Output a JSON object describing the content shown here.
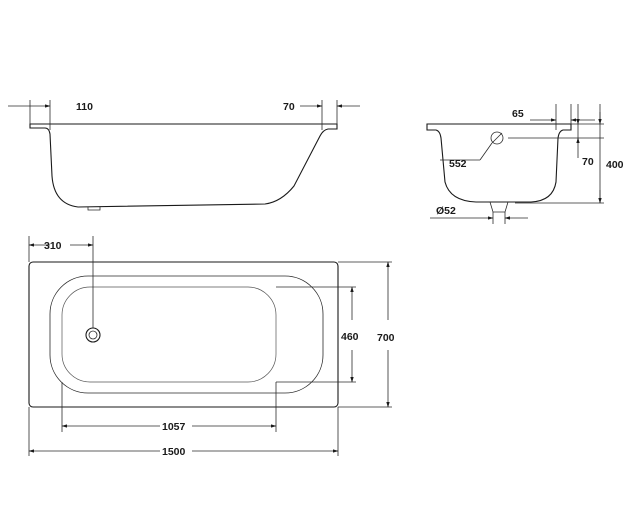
{
  "side_view": {
    "dim_left": "110",
    "dim_right": "70"
  },
  "end_view": {
    "dim_65": "65",
    "dim_552": "552",
    "dim_70": "70",
    "dim_400": "400",
    "dim_drain": "Ø52"
  },
  "plan_view": {
    "dim_310": "310",
    "dim_460": "460",
    "dim_700": "700",
    "dim_1057": "1057",
    "dim_1500": "1500"
  }
}
